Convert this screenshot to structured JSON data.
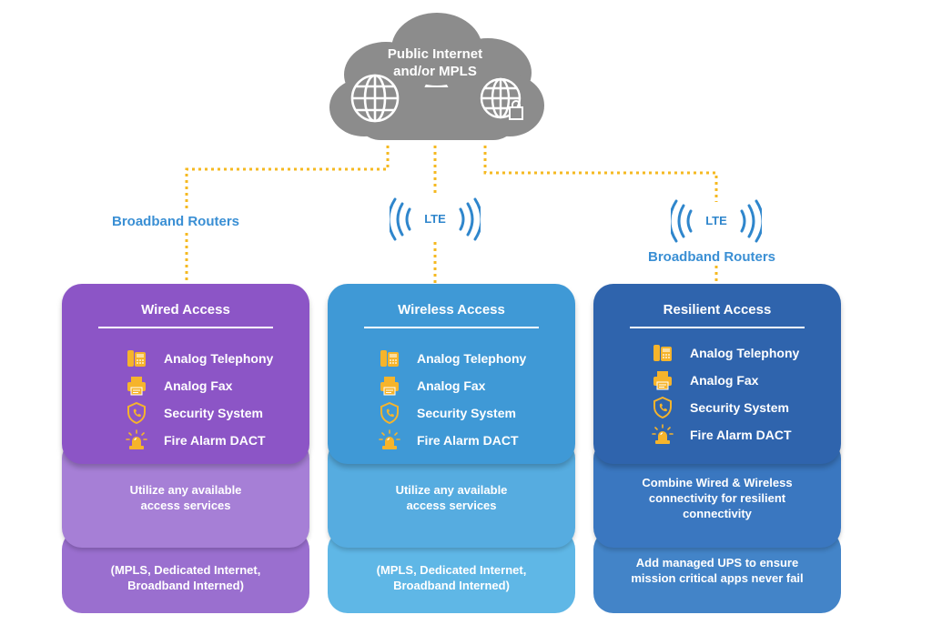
{
  "cloud": {
    "title_line1": "Public Internet",
    "title_line2": "and/or MPLS",
    "icons": [
      "globe-icon",
      "globe-lock-icon"
    ],
    "color": "#8c8c8c"
  },
  "connections": {
    "left_label": "Broadband Routers",
    "middle_badge": "LTE",
    "right_badge": "LTE",
    "right_label": "Broadband Routers",
    "line_color": "#f5b921"
  },
  "columns": [
    {
      "title": "Wired Access",
      "features": [
        "Analog Telephony",
        "Analog Fax",
        "Security System",
        "Fire Alarm DACT"
      ],
      "middle_line1": "Utilize any available",
      "middle_line2": "access services",
      "middle_line3": "",
      "bottom_line1": "(MPLS, Dedicated Internet,",
      "bottom_line2": "Broadband Interned)",
      "colors": {
        "top": "#8c55c6",
        "mid": "#a67fd6",
        "bottom": "#9a6fcf"
      }
    },
    {
      "title": "Wireless Access",
      "features": [
        "Analog Telephony",
        "Analog Fax",
        "Security System",
        "Fire Alarm DACT"
      ],
      "middle_line1": "Utilize any available",
      "middle_line2": "access services",
      "middle_line3": "",
      "bottom_line1": "(MPLS, Dedicated Internet,",
      "bottom_line2": "Broadband Interned)",
      "colors": {
        "top": "#3f99d6",
        "mid": "#56ace0",
        "bottom": "#5fb7e6"
      }
    },
    {
      "title": "Resilient Access",
      "features": [
        "Analog Telephony",
        "Analog Fax",
        "Security System",
        "Fire Alarm DACT"
      ],
      "middle_line1": "Combine Wired & Wireless",
      "middle_line2": "connectivity for resilient",
      "middle_line3": "connectivity",
      "bottom_line1": "Add managed UPS to ensure",
      "bottom_line2": "mission critical apps never fail",
      "colors": {
        "top": "#2f64ad",
        "mid": "#3a77c0",
        "bottom": "#4384c8"
      }
    }
  ],
  "feature_icons": [
    "phone-icon",
    "fax-icon",
    "shield-phone-icon",
    "alarm-beacon-icon"
  ],
  "icon_color": "#f6b42b"
}
